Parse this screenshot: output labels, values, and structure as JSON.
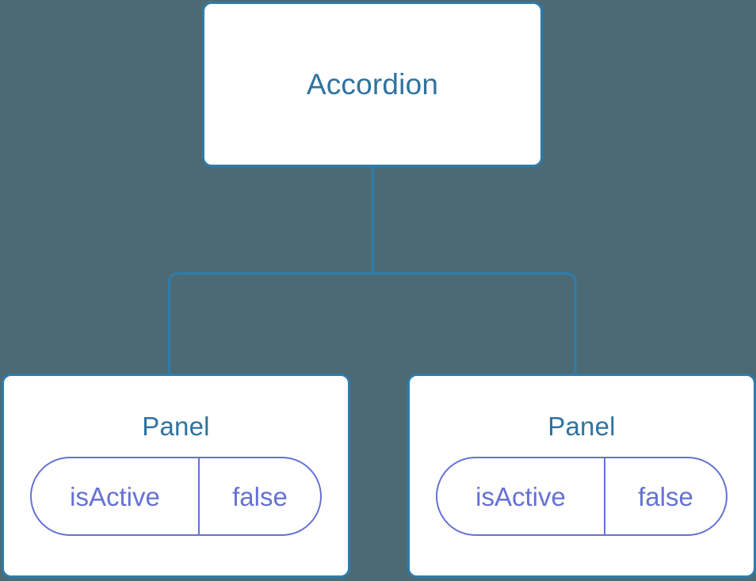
{
  "diagram": {
    "type": "component-tree",
    "background_color": "#4c6a73",
    "node_border_color": "#2e7cab",
    "node_text_color": "#2e73a0",
    "state_accent_color": "#6572d4",
    "connector_color": "#2e7cab",
    "root": {
      "title": "Accordion"
    },
    "children": [
      {
        "title": "Panel",
        "state": {
          "key": "isActive",
          "value": "false"
        }
      },
      {
        "title": "Panel",
        "state": {
          "key": "isActive",
          "value": "false"
        }
      }
    ]
  }
}
